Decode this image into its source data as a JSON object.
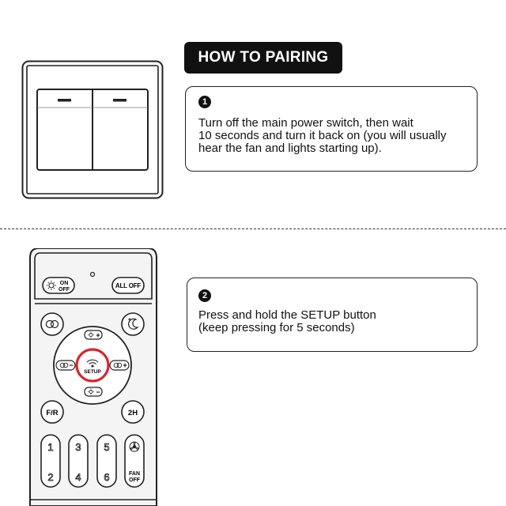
{
  "title": "HOW TO PAIRING",
  "steps": [
    {
      "number": "1",
      "text": "Turn off the main power switch, then wait\n10 seconds and turn it back on (you will usually\nhear the fan and lights starting up)."
    },
    {
      "number": "2",
      "text": "Press and hold the SETUP button\n(keep pressing for 5 seconds)"
    }
  ],
  "remote": {
    "light_on": "ON",
    "light_off": "OFF",
    "all_off": "ALL OFF",
    "setup": "SETUP",
    "fr": "F/R",
    "timer_2h": "2H",
    "speeds": [
      "1",
      "2",
      "3",
      "4",
      "5",
      "6"
    ],
    "fan_label": "FAN",
    "fan_off": "OFF",
    "plus": "+",
    "minus": "−"
  },
  "colors": {
    "highlight": "#d7262b",
    "ink": "#111111",
    "device_fill": "#f4f4f4"
  },
  "icons": [
    "wall-switch-icon",
    "remote-control-icon",
    "sun-icon",
    "moon-icon",
    "wifi-icon",
    "fan-icon",
    "color-temp-icon"
  ]
}
